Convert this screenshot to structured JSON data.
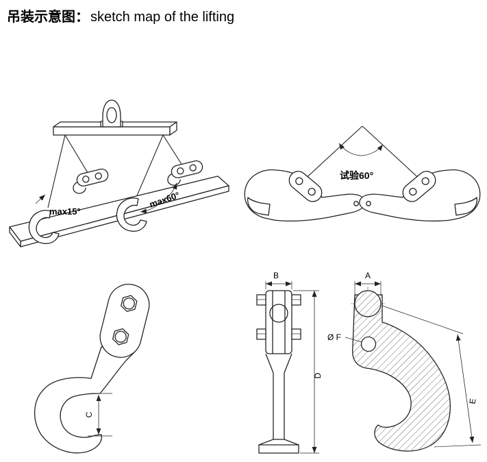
{
  "title": {
    "cn": "吊装示意图：",
    "en": "sketch map of the lifting"
  },
  "figure_lifting": {
    "label_max15": "max15°",
    "label_max60": "max60°"
  },
  "figure_test": {
    "label_test_angle": "试验60°"
  },
  "figure_views": {
    "dim_a": "A",
    "dim_b": "B",
    "dim_c": "C",
    "dim_d": "D",
    "dim_e": "E",
    "dim_f": "Ø F"
  },
  "colors": {
    "line": "#222222",
    "background": "#ffffff"
  }
}
